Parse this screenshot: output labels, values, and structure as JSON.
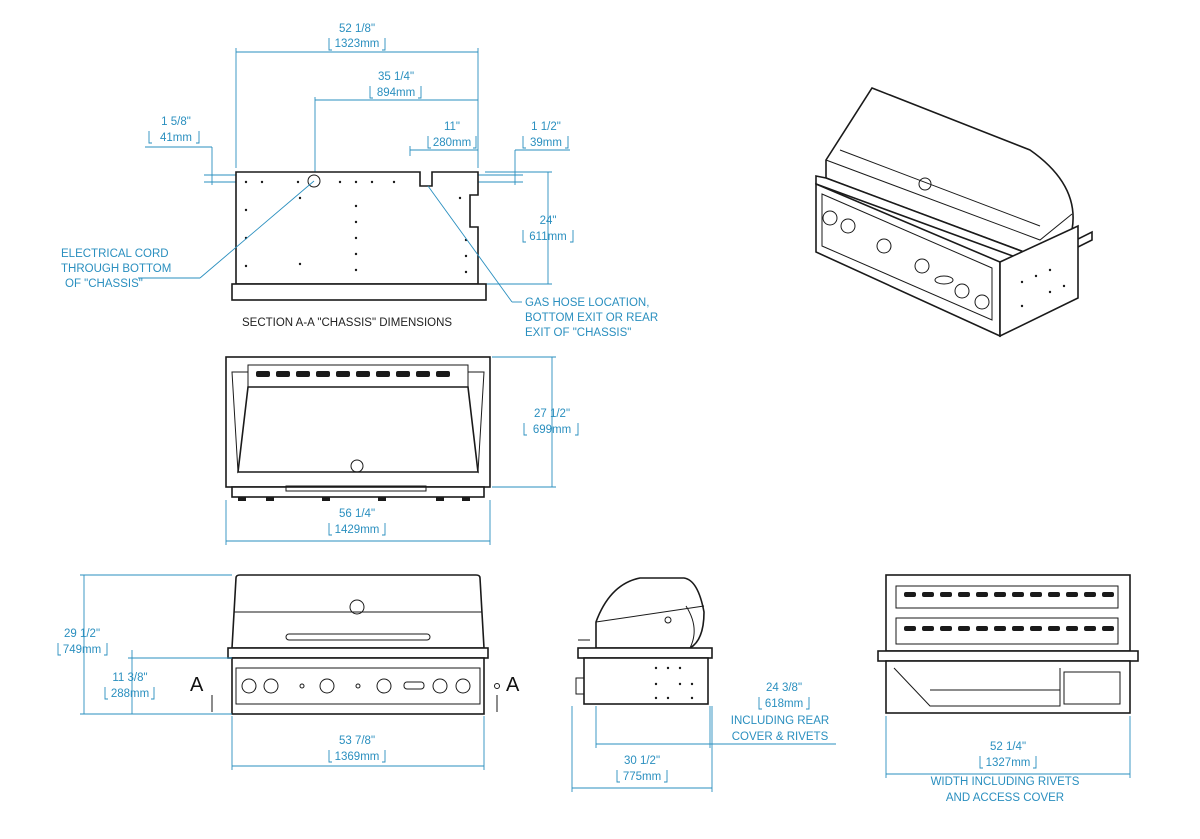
{
  "colors": {
    "dimension": "#2a8fbf",
    "outline": "#1a1a1a",
    "background": "#ffffff"
  },
  "chassis": {
    "caption": "SECTION A-A \"CHASSIS\" DIMENSIONS",
    "width": {
      "in": "52 1/8\"",
      "mm": "1323mm"
    },
    "cord_offset": {
      "in": "35 1/4\"",
      "mm": "894mm"
    },
    "left_edge": {
      "in": "1 5/8\"",
      "mm": "41mm"
    },
    "gas_width": {
      "in": "11\"",
      "mm": "280mm"
    },
    "right_edge": {
      "in": "1 1/2\"",
      "mm": "39mm"
    },
    "height": {
      "in": "24\"",
      "mm": "611mm"
    },
    "electrical_note": [
      "ELECTRICAL CORD",
      "THROUGH BOTTOM",
      "OF \"CHASSIS\""
    ],
    "gas_note": [
      "GAS HOSE LOCATION,",
      "BOTTOM EXIT OR REAR",
      "EXIT OF \"CHASSIS\""
    ]
  },
  "top_view": {
    "depth": {
      "in": "27 1/2\"",
      "mm": "699mm"
    },
    "width": {
      "in": "56 1/4\"",
      "mm": "1429mm"
    }
  },
  "front_view": {
    "section_marker": "A",
    "total_height": {
      "in": "29 1/2\"",
      "mm": "749mm"
    },
    "lower_height": {
      "in": "11 3/8\"",
      "mm": "288mm"
    },
    "width": {
      "in": "53 7/8\"",
      "mm": "1369mm"
    }
  },
  "side_view": {
    "rear_depth": {
      "in": "24 3/8\"",
      "mm": "618mm"
    },
    "rear_note": [
      "INCLUDING REAR",
      "COVER & RIVETS"
    ],
    "depth": {
      "in": "30 1/2\"",
      "mm": "775mm"
    }
  },
  "back_view": {
    "width": {
      "in": "52 1/4\"",
      "mm": "1327mm"
    },
    "note": [
      "WIDTH INCLUDING RIVETS",
      "AND ACCESS COVER"
    ]
  },
  "icons": {
    "grill_iso": "grill-isometric-icon"
  }
}
